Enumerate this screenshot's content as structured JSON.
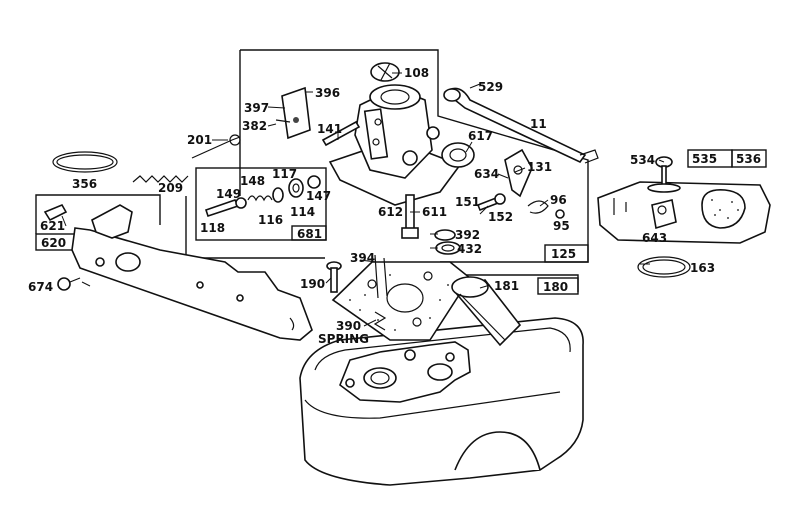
{
  "labels": {
    "l108": "108",
    "l529": "529",
    "l397": "397",
    "l396": "396",
    "l382": "382",
    "l201": "201",
    "l141": "141",
    "l11": "11",
    "l617": "617",
    "l131": "131",
    "l634": "634",
    "l534": "534",
    "l535": "535",
    "l536": "536",
    "l356": "356",
    "l209": "209",
    "l117": "117",
    "l148": "148",
    "l149": "149",
    "l147": "147",
    "l118": "118",
    "l116": "116",
    "l114": "114",
    "l681": "681",
    "l151": "151",
    "l612": "612",
    "l611": "611",
    "l152": "152",
    "l96": "96",
    "l95": "95",
    "l643": "643",
    "l392": "392",
    "l432": "432",
    "l125": "125",
    "l163": "163",
    "l621": "621",
    "l620": "620",
    "l394": "394",
    "l190": "190",
    "l181": "181",
    "l180": "180",
    "l674": "674",
    "l390": "390",
    "lspring": "SPRING"
  },
  "colors": {
    "ink": "#111111",
    "paper": "#ffffff"
  }
}
